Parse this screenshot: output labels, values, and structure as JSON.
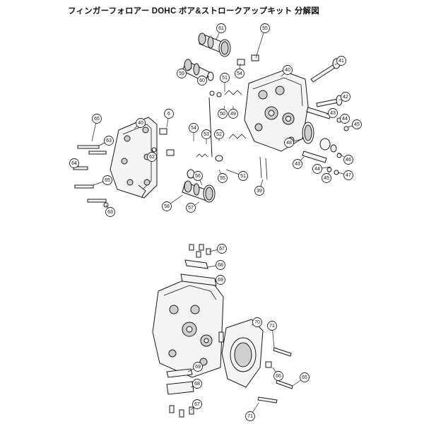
{
  "title": "フィンガーフォロアー DOHC ボア&ストロークアップキット 分解図",
  "callouts": [
    "61",
    "55",
    "59",
    "51",
    "54",
    "40",
    "60",
    "41",
    "42",
    "50",
    "49",
    "43",
    "44",
    "45",
    "6",
    "40",
    "65",
    "63",
    "62",
    "54",
    "53",
    "52",
    "48",
    "46",
    "64",
    "56",
    "55",
    "51",
    "47",
    "43",
    "44",
    "45",
    "65",
    "39",
    "58",
    "57",
    "63",
    "67",
    "68",
    "69",
    "70",
    "71",
    "66",
    "65",
    "69",
    "68",
    "67",
    "71"
  ]
}
